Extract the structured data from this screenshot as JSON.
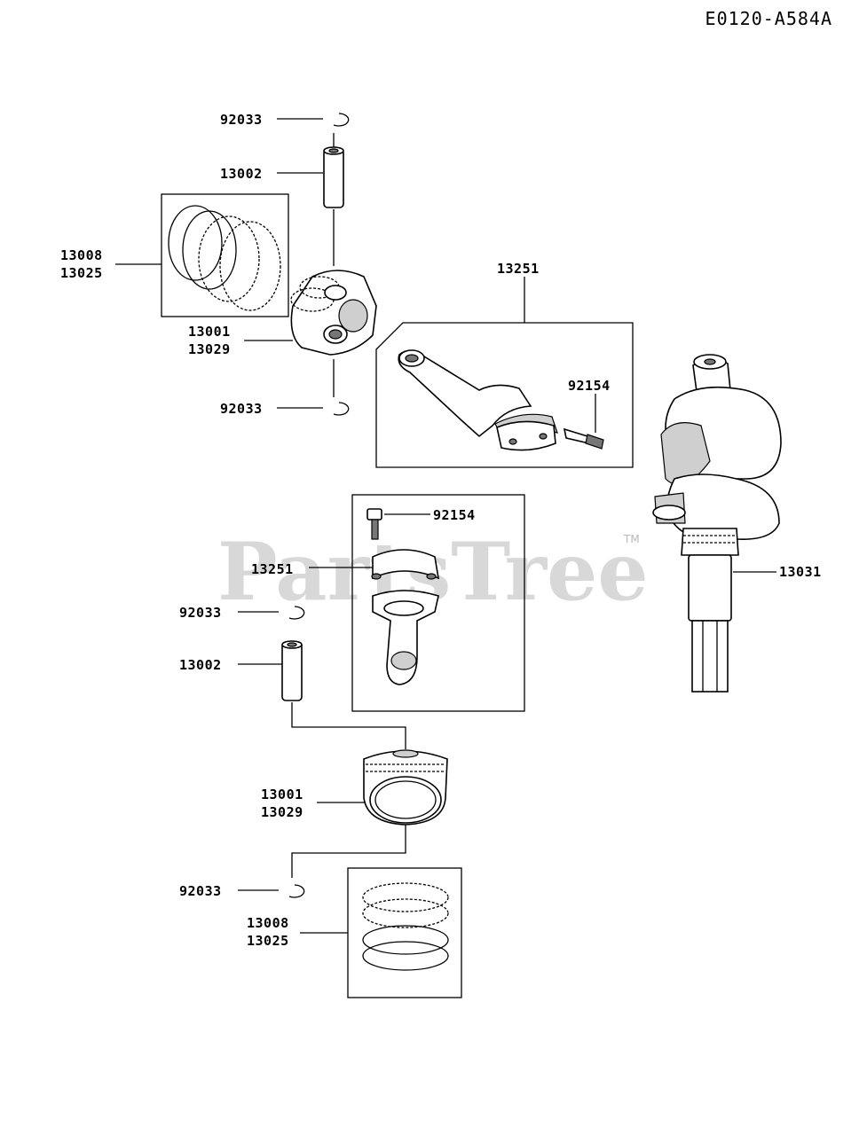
{
  "diagram": {
    "code": "E0120-A584A",
    "watermark": "PartsTree",
    "watermark_mark": "TM",
    "labels": {
      "circlip_top_1": "92033",
      "pin_top": "13002",
      "ring_top_a": "13008",
      "ring_top_b": "13025",
      "piston_top_a": "13001",
      "piston_top_b": "13029",
      "circlip_top_2": "92033",
      "rod_top": "13251",
      "bolt_top": "92154",
      "bolt_mid": "92154",
      "rod_mid": "13251",
      "crankshaft": "13031",
      "circlip_mid_1": "92033",
      "pin_mid": "13002",
      "piston_bot_a": "13001",
      "piston_bot_b": "13029",
      "circlip_bot": "92033",
      "ring_bot_a": "13008",
      "ring_bot_b": "13025"
    }
  }
}
